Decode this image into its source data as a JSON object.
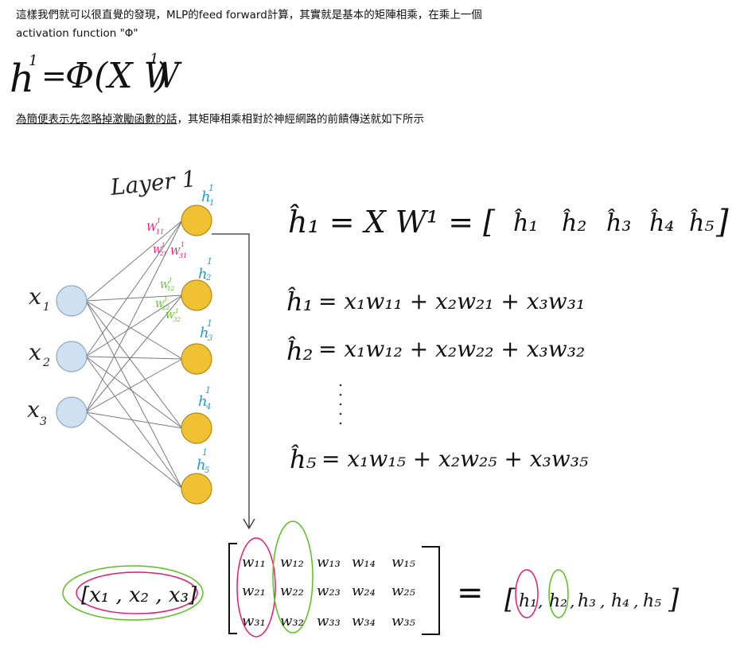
{
  "intro": {
    "line1": "這樣我們就可以很直覺的發現，MLP的feed forward計算，其實就是基本的矩陣相乘，在乘上一個",
    "line2": "activation function \"Φ\""
  },
  "formula_top": {
    "lhs": "h",
    "lhs_sup": "1",
    "eq": "=",
    "rhs": "Φ(X W",
    "rhs_sup": "1",
    "rhs_close": ")"
  },
  "desc": {
    "underlined": "為簡便表示先忽略掉激勵函數的話",
    "rest": "，其矩陣相乘相對於神經網路的前饋傳送就如下所示"
  },
  "network": {
    "layer_label": "Layer 1",
    "inputs": [
      {
        "label": "x",
        "sub": "1"
      },
      {
        "label": "x",
        "sub": "2"
      },
      {
        "label": "x",
        "sub": "3"
      }
    ],
    "hidden": [
      {
        "label": "h",
        "sup": "1",
        "sub": "1"
      },
      {
        "label": "h",
        "sup": "1",
        "sub": "2"
      },
      {
        "label": "h",
        "sup": "1",
        "sub": "3"
      },
      {
        "label": "h",
        "sup": "1",
        "sub": "4"
      },
      {
        "label": "h",
        "sup": "1",
        "sub": "5"
      }
    ],
    "weights_pink": [
      {
        "label": "W",
        "sub": "11",
        "sup": "1"
      },
      {
        "label": "W",
        "sub": "21",
        "sup": "1"
      },
      {
        "label": "W",
        "sub": "31",
        "sup": "1"
      }
    ],
    "weights_green": [
      {
        "label": "W",
        "sub": "12",
        "sup": "1"
      },
      {
        "label": "W",
        "sub": "22",
        "sup": "1"
      },
      {
        "label": "W",
        "sub": "32",
        "sup": "1"
      }
    ],
    "colors": {
      "input_fill": "#cfe0f1",
      "input_stroke": "#8ea9c4",
      "hidden_fill": "#f0c233",
      "hidden_stroke": "#b48a17",
      "edge": "#7a7a7a",
      "label_blue": "#1a9fd6",
      "pink": "#e8196f",
      "green": "#57c21a"
    }
  },
  "equations": {
    "vector": {
      "lhs": "ĥ₁ = X W¹ = [",
      "items": [
        "ĥ₁",
        "ĥ₂",
        "ĥ₃",
        "ĥ₄",
        "ĥ₅"
      ],
      "close": "]"
    },
    "rows": [
      {
        "lhs": "ĥ₁",
        "rhs": "= x₁w₁₁ + x₂w₂₁ + x₃w₃₁"
      },
      {
        "lhs": "ĥ₂",
        "rhs": "= x₁w₁₂ + x₂w₂₂ + x₃w₃₂"
      },
      {
        "lhs": "ĥ₅",
        "rhs": "= x₁w₁₅ + x₂w₂₅ + x₃w₃₅"
      }
    ]
  },
  "matrix_eq": {
    "row_vector": "[x₁ , x₂ , x₃]",
    "matrix": [
      [
        "w₁₁",
        "w₁₂",
        "w₁₃",
        "w₁₄",
        "w₁₅"
      ],
      [
        "w₂₁",
        "w₂₂",
        "w₂₃",
        "w₂₄",
        "w₂₅"
      ],
      [
        "w₃₁",
        "w₃₂",
        "w₃₃",
        "w₃₄",
        "w₃₅"
      ]
    ],
    "equals": "=",
    "result_open": "[",
    "result": [
      "h₁",
      "h₂",
      "h₃",
      "h₄",
      "h₅"
    ],
    "result_sep": ",",
    "result_close": "]"
  }
}
